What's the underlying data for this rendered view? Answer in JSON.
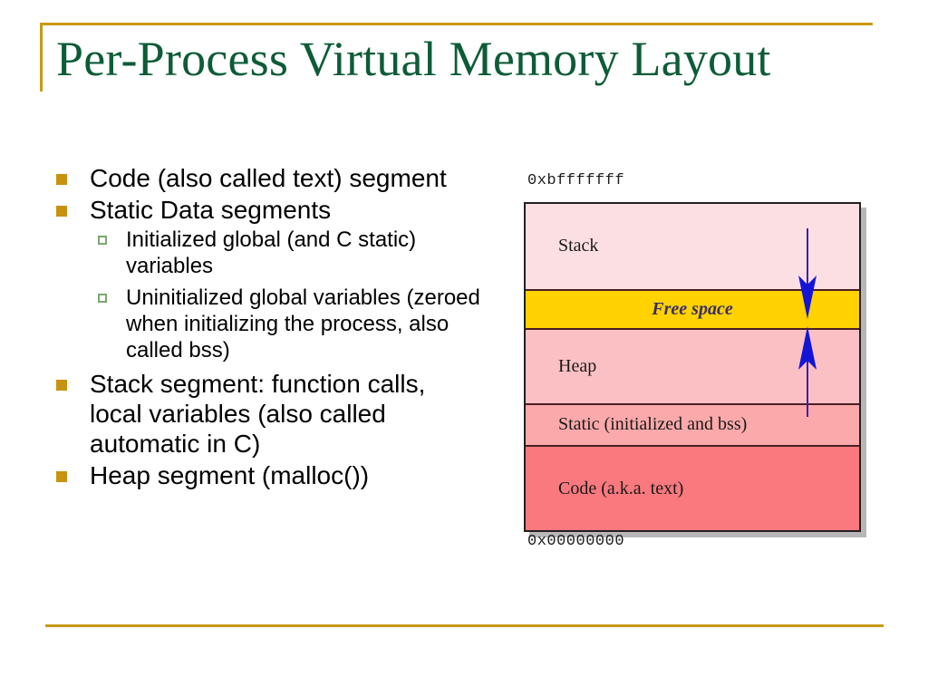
{
  "slide": {
    "title": "Per-Process Virtual Memory Layout",
    "accent_color": "#c99a13",
    "title_color": "#0d5c37",
    "bullet_marker_color": "#c89211",
    "subbullet_marker_color": "#7aa86f"
  },
  "bullets": [
    {
      "level": 1,
      "text": "Code (also called text) segment"
    },
    {
      "level": 1,
      "text": "Static Data segments"
    },
    {
      "level": 2,
      "text": "Initialized global (and C static) variables"
    },
    {
      "level": 2,
      "text": "Uninitialized global variables (zeroed when initializing the process, also called bss)"
    },
    {
      "level": 1,
      "text": "Stack segment: function calls, local variables (also called automatic in C)"
    },
    {
      "level": 1,
      "text": "Heap segment (malloc())"
    }
  ],
  "diagram": {
    "name": "per-process-virtual-memory-layout",
    "address_top": "0xbfffffff",
    "address_bottom": "0x00000000",
    "bands": [
      {
        "label": "Stack",
        "color": "#fcdfe2",
        "height_pct": 26,
        "centered": false
      },
      {
        "label": "Free space",
        "color": "#ffd200",
        "height_pct": 12,
        "centered": true
      },
      {
        "label": "Heap",
        "color": "#fbc0c4",
        "height_pct": 23,
        "centered": false
      },
      {
        "label": "Static (initialized and bss)",
        "color": "#fba9ab",
        "height_pct": 13,
        "centered": false
      },
      {
        "label": "Code (a.k.a. text)",
        "color": "#f9797e",
        "height_pct": 26,
        "centered": false
      }
    ],
    "arrows": [
      {
        "name": "stack-grows-down-arrow",
        "direction": "down",
        "color": "#1414d6"
      },
      {
        "name": "heap-grows-up-arrow",
        "direction": "up",
        "color": "#1414d6"
      }
    ]
  }
}
